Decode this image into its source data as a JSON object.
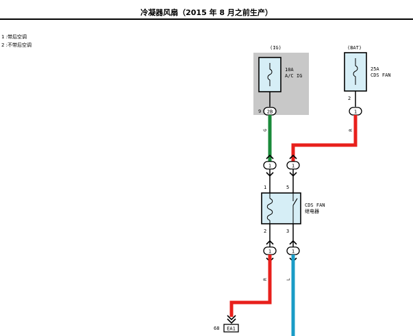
{
  "title": "冷凝器风扇（2015 年 8 月之前生产）",
  "notes": [
    "1 :带后空调",
    "2 :不带后空调"
  ],
  "fuse_ig": {
    "supply": "(IG)",
    "rating": "10A",
    "name": "A/C IG",
    "pin": "9",
    "connector": "2B"
  },
  "fuse_bat": {
    "supply": "(BAT)",
    "rating": "25A",
    "name": "CDS FAN",
    "pin": "2",
    "connector": "1"
  },
  "relay": {
    "name_line1": "CDS FAN",
    "name_line2": "继电器",
    "pin_coil_in": "1",
    "pin_switch_in": "5",
    "pin_coil_out": "2",
    "pin_switch_out": "3"
  },
  "connectors": {
    "coil_top": "1",
    "switch_top": "1",
    "coil_bottom": "1",
    "switch_bottom": "1"
  },
  "wires": {
    "ig_wire_color_code": "G",
    "bat_wire_color_code": "R",
    "out_left_color_code": "R",
    "out_right_color_code": "L",
    "colors": {
      "green": "#1a8a3a",
      "red": "#e8201c",
      "blue": "#1a9cc6"
    }
  },
  "ground": {
    "pin": "68",
    "label": "EA1"
  },
  "colors": {
    "ig_box_fill": "#c8c8c8",
    "fuse_fill": "#d6eef6",
    "relay_fill": "#d6eef6"
  }
}
